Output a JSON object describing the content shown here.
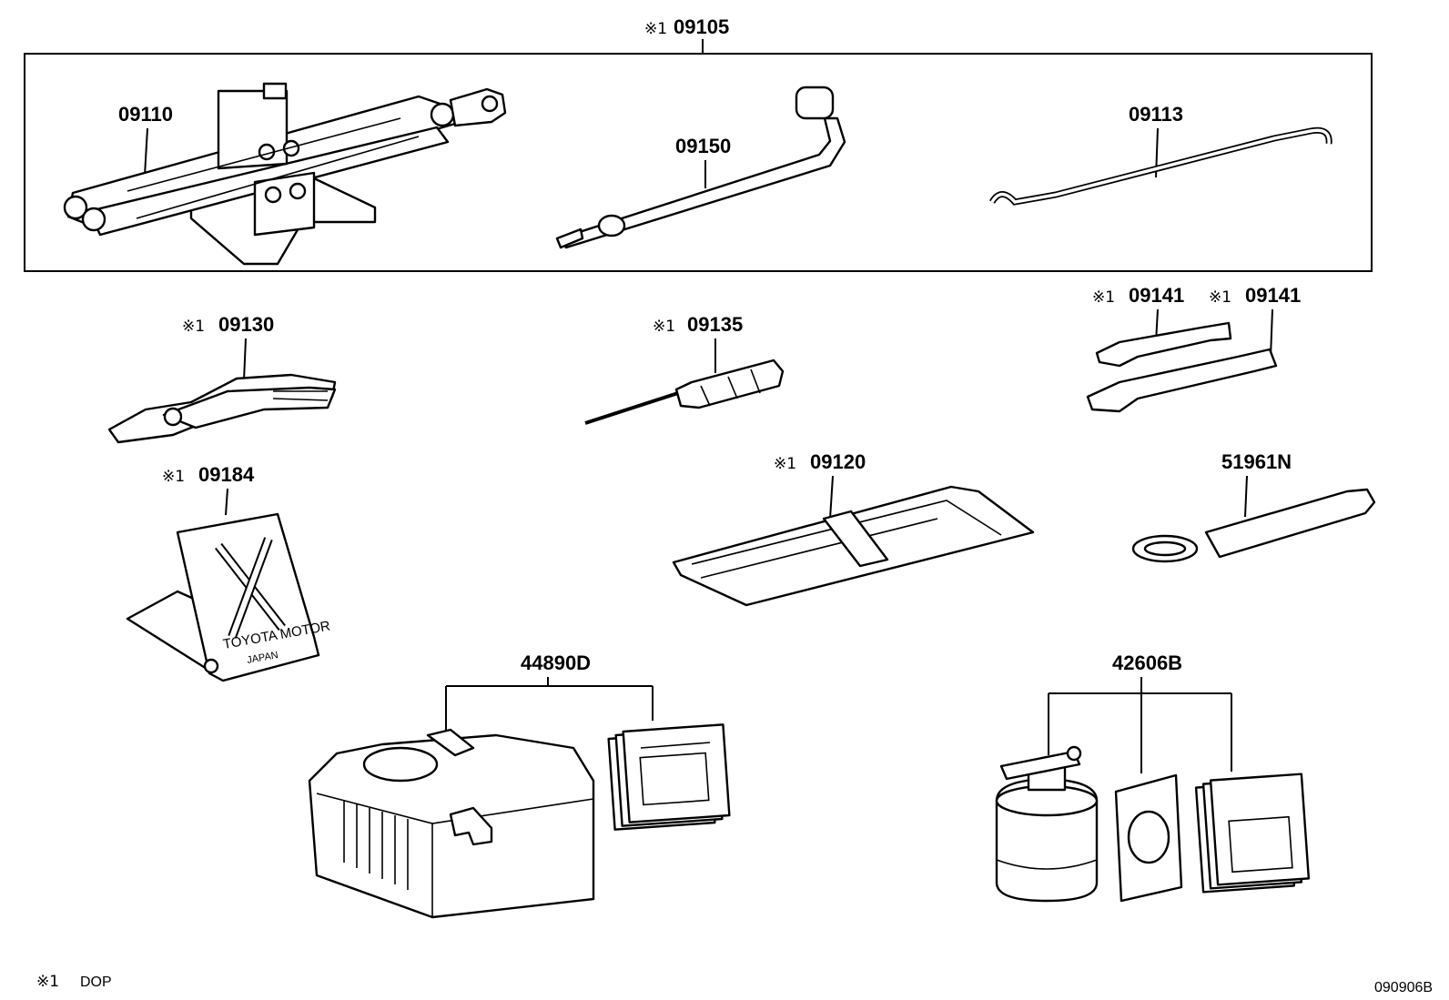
{
  "marker": "※1",
  "group_label": "09105",
  "parts": {
    "jack": "09110",
    "jack_handle": "09150",
    "hook_rod": "09113",
    "pliers": "09130",
    "screwdriver": "09135",
    "wrench_upper": "09141",
    "wrench_lower": "09141",
    "wheel_chock": "09184",
    "tool_bag": "09120",
    "tow_hook": "51961N",
    "compressor_kit": "44890D",
    "sealant_kit": "42606B"
  },
  "chock_text": {
    "line1": "TOYOTA MOTOR",
    "line2": "JAPAN"
  },
  "footnote": {
    "marker": "※1",
    "text": "DOP"
  },
  "diagram_id": "090906B"
}
